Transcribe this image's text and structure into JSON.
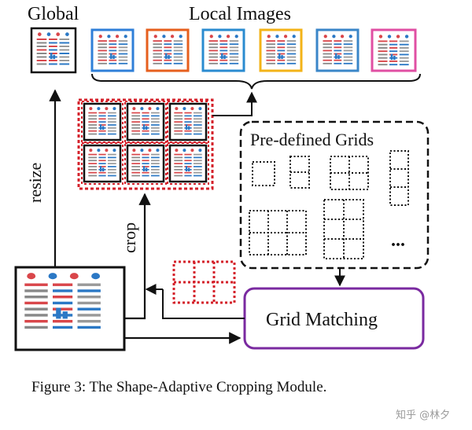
{
  "labels": {
    "global": "Global",
    "local_images": "Local Images",
    "resize": "resize",
    "crop": "crop",
    "predefined_grids": "Pre-defined Grids",
    "ellipsis": "...",
    "grid_matching": "Grid Matching"
  },
  "caption": "Figure 3: The Shape-Adaptive Cropping Module.",
  "watermark": "知乎 @林夕",
  "colors": {
    "line": "#111111",
    "crop_dash": "#d4202a",
    "grid_matching_border": "#7a2aa0",
    "local_frames": [
      "#2f7fd8",
      "#e65f1e",
      "#2a8bd0",
      "#f3b318",
      "#3a86c8",
      "#43a047",
      "#e04fa3"
    ],
    "infographic_red": "#d9464a",
    "infographic_blue": "#2b78c5"
  }
}
